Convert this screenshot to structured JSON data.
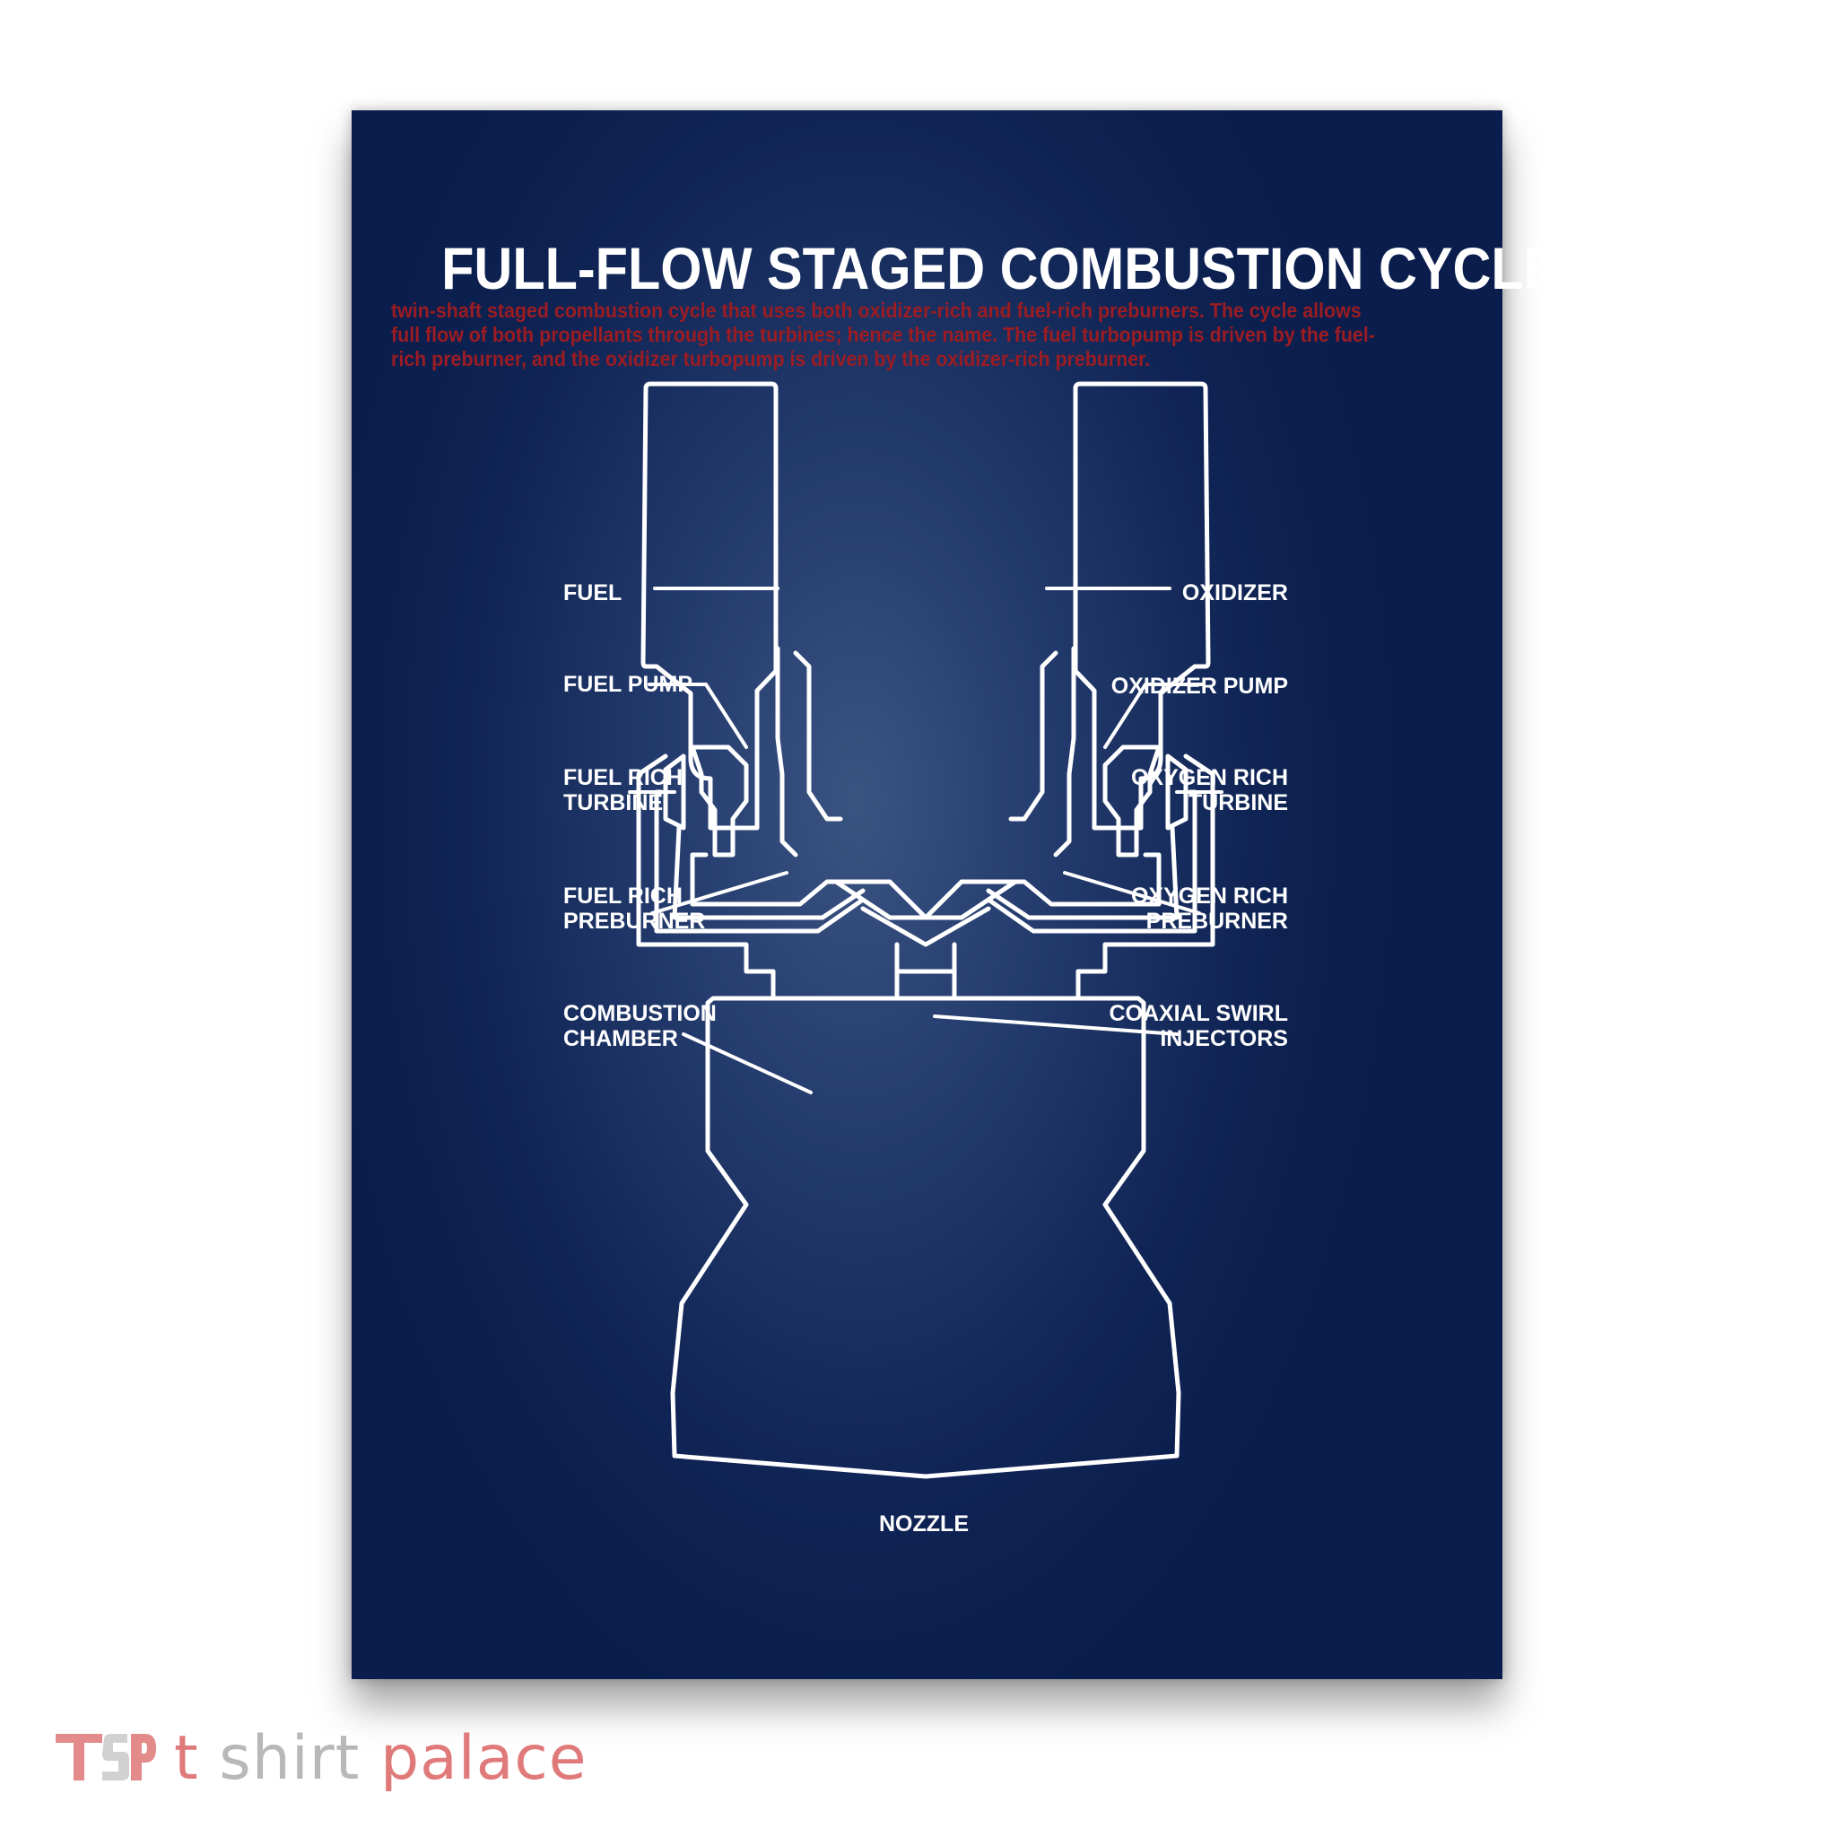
{
  "poster": {
    "title": "FULL-FLOW STAGED COMBUSTION CYCLE",
    "description": "twin-shaft staged combustion cycle that uses both oxidizer-rich and fuel-rich preburners. The cycle allows full flow of both propellants through the turbines; hence the name. The fuel turbopump is driven by the fuel-rich preburner, and the oxidizer turbopump is driven by the oxidizer-rich preburner.",
    "background_color": "#0f2454",
    "description_color": "#9b1c22"
  },
  "labels": {
    "fuel": "FUEL",
    "oxidizer": "OXIDIZER",
    "fuel_pump": "FUEL PUMP",
    "oxidizer_pump": "OXIDIZER PUMP",
    "fuel_rich_turbine_1": "FUEL RICH",
    "fuel_rich_turbine_2": "TURBINE",
    "oxygen_rich_turbine_1": "OXYGEN RICH",
    "oxygen_rich_turbine_2": "TURBINE",
    "fuel_rich_preburner_1": "FUEL RICH",
    "fuel_rich_preburner_2": "PREBURNER",
    "oxygen_rich_preburner_1": "OXYGEN RICH",
    "oxygen_rich_preburner_2": "PREBURNER",
    "combustion_chamber_1": "COMBUSTION",
    "combustion_chamber_2": "CHAMBER",
    "coaxial_swirl_1": "COAXIAL SWIRL",
    "coaxial_swirl_2": "INJECTORS",
    "nozzle": "NOZZLE"
  },
  "brand": {
    "word1": "t",
    "word2": "shirt",
    "word3": "palace",
    "icon": "tsp-logo-mark"
  }
}
